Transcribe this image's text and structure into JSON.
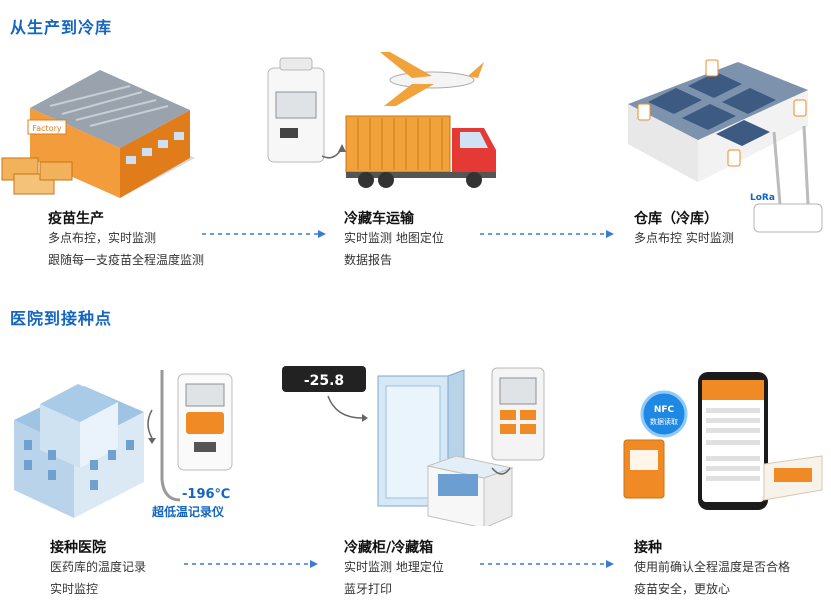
{
  "sections": {
    "top_title": "从生产到冷库",
    "bottom_title": "医院到接种点"
  },
  "top_stages": [
    {
      "title": "疫苗生产",
      "lines": [
        "多点布控，实时监测",
        "跟随每一支疫苗全程温度监测"
      ]
    },
    {
      "title": "冷藏车运输",
      "lines": [
        "实时监测  地图定位",
        "数据报告"
      ]
    },
    {
      "title": "仓库（冷库）",
      "lines": [
        "多点布控  实时监测"
      ]
    }
  ],
  "bottom_stages": [
    {
      "title": "接种医院",
      "lines": [
        "医药库的温度记录",
        "实时监控"
      ]
    },
    {
      "title": "冷藏柜/冷藏箱",
      "lines": [
        "实时监测  地理定位",
        "蓝牙打印"
      ]
    },
    {
      "title": "接种",
      "lines": [
        "使用前确认全程温度是否合格",
        "疫苗安全，更放心"
      ]
    }
  ],
  "labels": {
    "factory_sign": "Factory",
    "ultra_low_temp": "-196℃",
    "ultra_low_name": "超低温记录仪",
    "freezer_display": "-25.8",
    "nfc_badge": "NFC",
    "nfc_sub": "数据读取",
    "lora": "LoRa"
  },
  "colors": {
    "accent": "#1565c0",
    "orange": "#f08a24",
    "arrow": "#3a7bd5"
  }
}
